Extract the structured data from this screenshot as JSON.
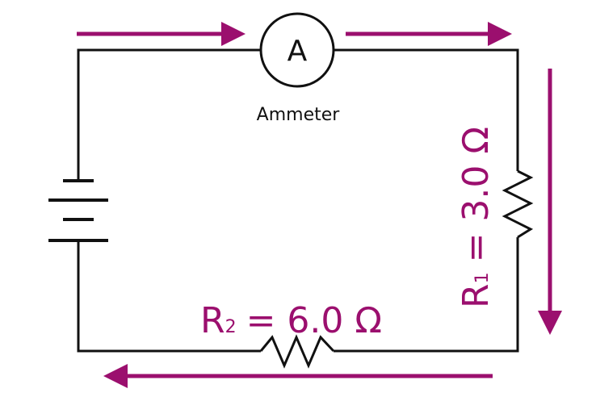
{
  "colors": {
    "wire": "#111111",
    "accent": "#9b0f6e",
    "background": "#ffffff"
  },
  "ammeter": {
    "symbol": "A",
    "label": "Ammeter"
  },
  "resistor_1": {
    "name": "R",
    "subscript": "1",
    "value_text": "= 3.0 Ω"
  },
  "resistor_2": {
    "name": "R",
    "subscript": "2",
    "value_text": "= 6.0 Ω"
  },
  "current_arrows": [
    "right",
    "right",
    "down",
    "left"
  ]
}
